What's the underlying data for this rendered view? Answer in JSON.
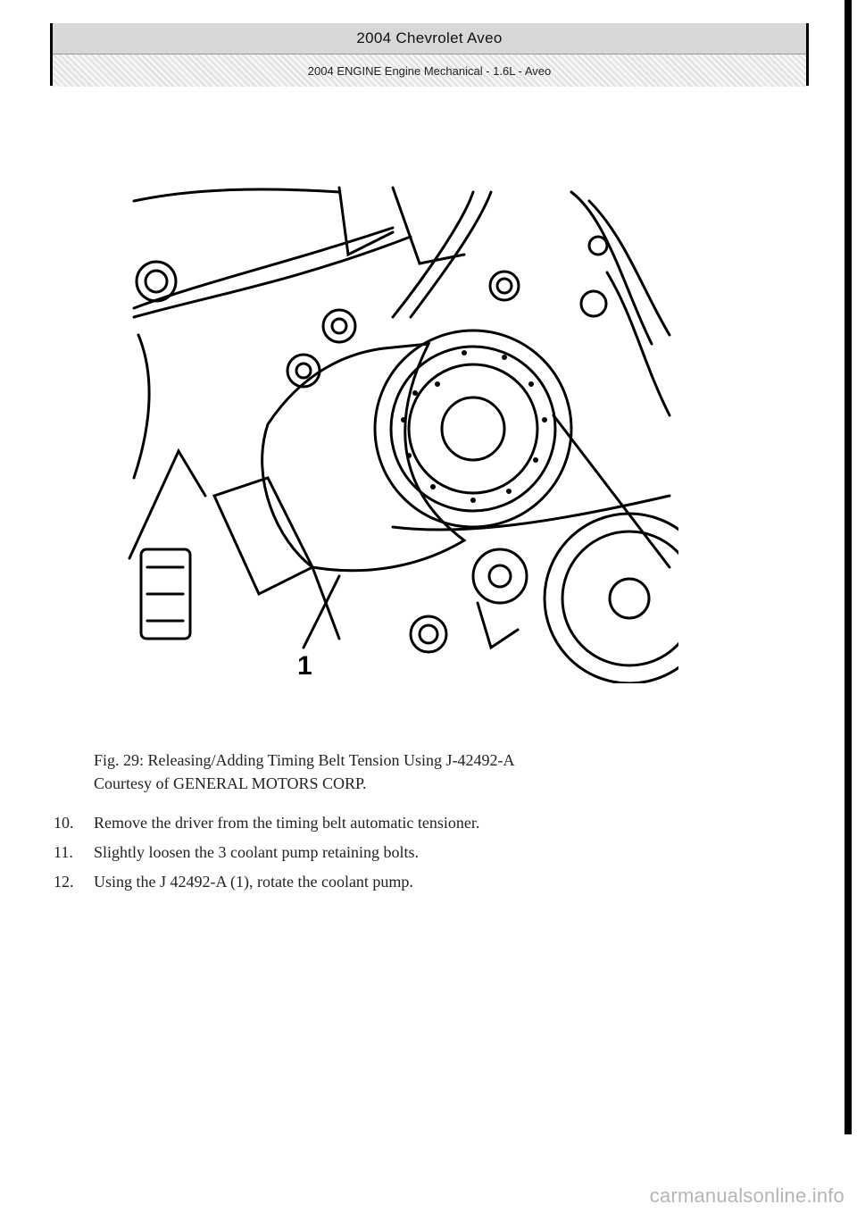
{
  "header": {
    "title": "2004 Chevrolet Aveo",
    "subtitle": "2004 ENGINE Engine Mechanical - 1.6L - Aveo"
  },
  "figure": {
    "callout": "1",
    "caption_line1": "Fig. 29: Releasing/Adding Timing Belt Tension Using J-42492-A",
    "caption_line2": "Courtesy of GENERAL MOTORS CORP."
  },
  "steps": [
    {
      "num": "10.",
      "text": "Remove the driver from the timing belt automatic tensioner."
    },
    {
      "num": "11.",
      "text": "Slightly loosen the 3 coolant pump retaining bolts."
    },
    {
      "num": "12.",
      "text": "Using the J 42492-A (1), rotate the coolant pump."
    }
  ],
  "footer": {
    "watermark": "carmanualsonline.info"
  }
}
